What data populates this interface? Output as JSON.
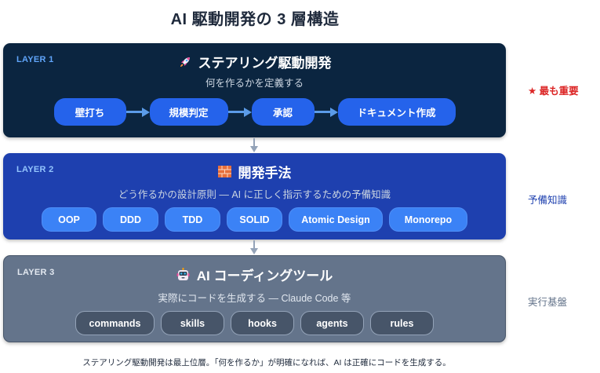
{
  "title": "AI 駆動開発の 3 層構造",
  "layers": [
    {
      "tag": "LAYER 1",
      "icon": "rocket-icon",
      "heading": "ステアリング駆動開発",
      "subtitle": "何を作るかを定義する",
      "bg_color": "#0b2540",
      "flow": [
        "壁打ち",
        "規模判定",
        "承認",
        "ドキュメント作成"
      ],
      "side_label": "★ 最も重要",
      "side_color": "#dc2626"
    },
    {
      "tag": "LAYER 2",
      "icon": "brick-icon",
      "heading": "開発手法",
      "subtitle": "どう作るかの設計原則 — AI に正しく指示するための予備知識",
      "bg_color": "#1e40af",
      "chips": [
        "OOP",
        "DDD",
        "TDD",
        "SOLID",
        "Atomic Design",
        "Monorepo"
      ],
      "side_label": "予備知識",
      "side_color": "#1e40af"
    },
    {
      "tag": "LAYER 3",
      "icon": "robot-icon",
      "heading": "AI コーディングツール",
      "subtitle": "実際にコードを生成する — Claude Code 等",
      "bg_color": "#64748b",
      "chips": [
        "commands",
        "skills",
        "hooks",
        "agents",
        "rules"
      ],
      "side_label": "実行基盤",
      "side_color": "#64748b"
    }
  ],
  "footer": "ステアリング駆動開発は最上位層。「何を作るか」が明確になれば、AI は正確にコードを生成する。"
}
